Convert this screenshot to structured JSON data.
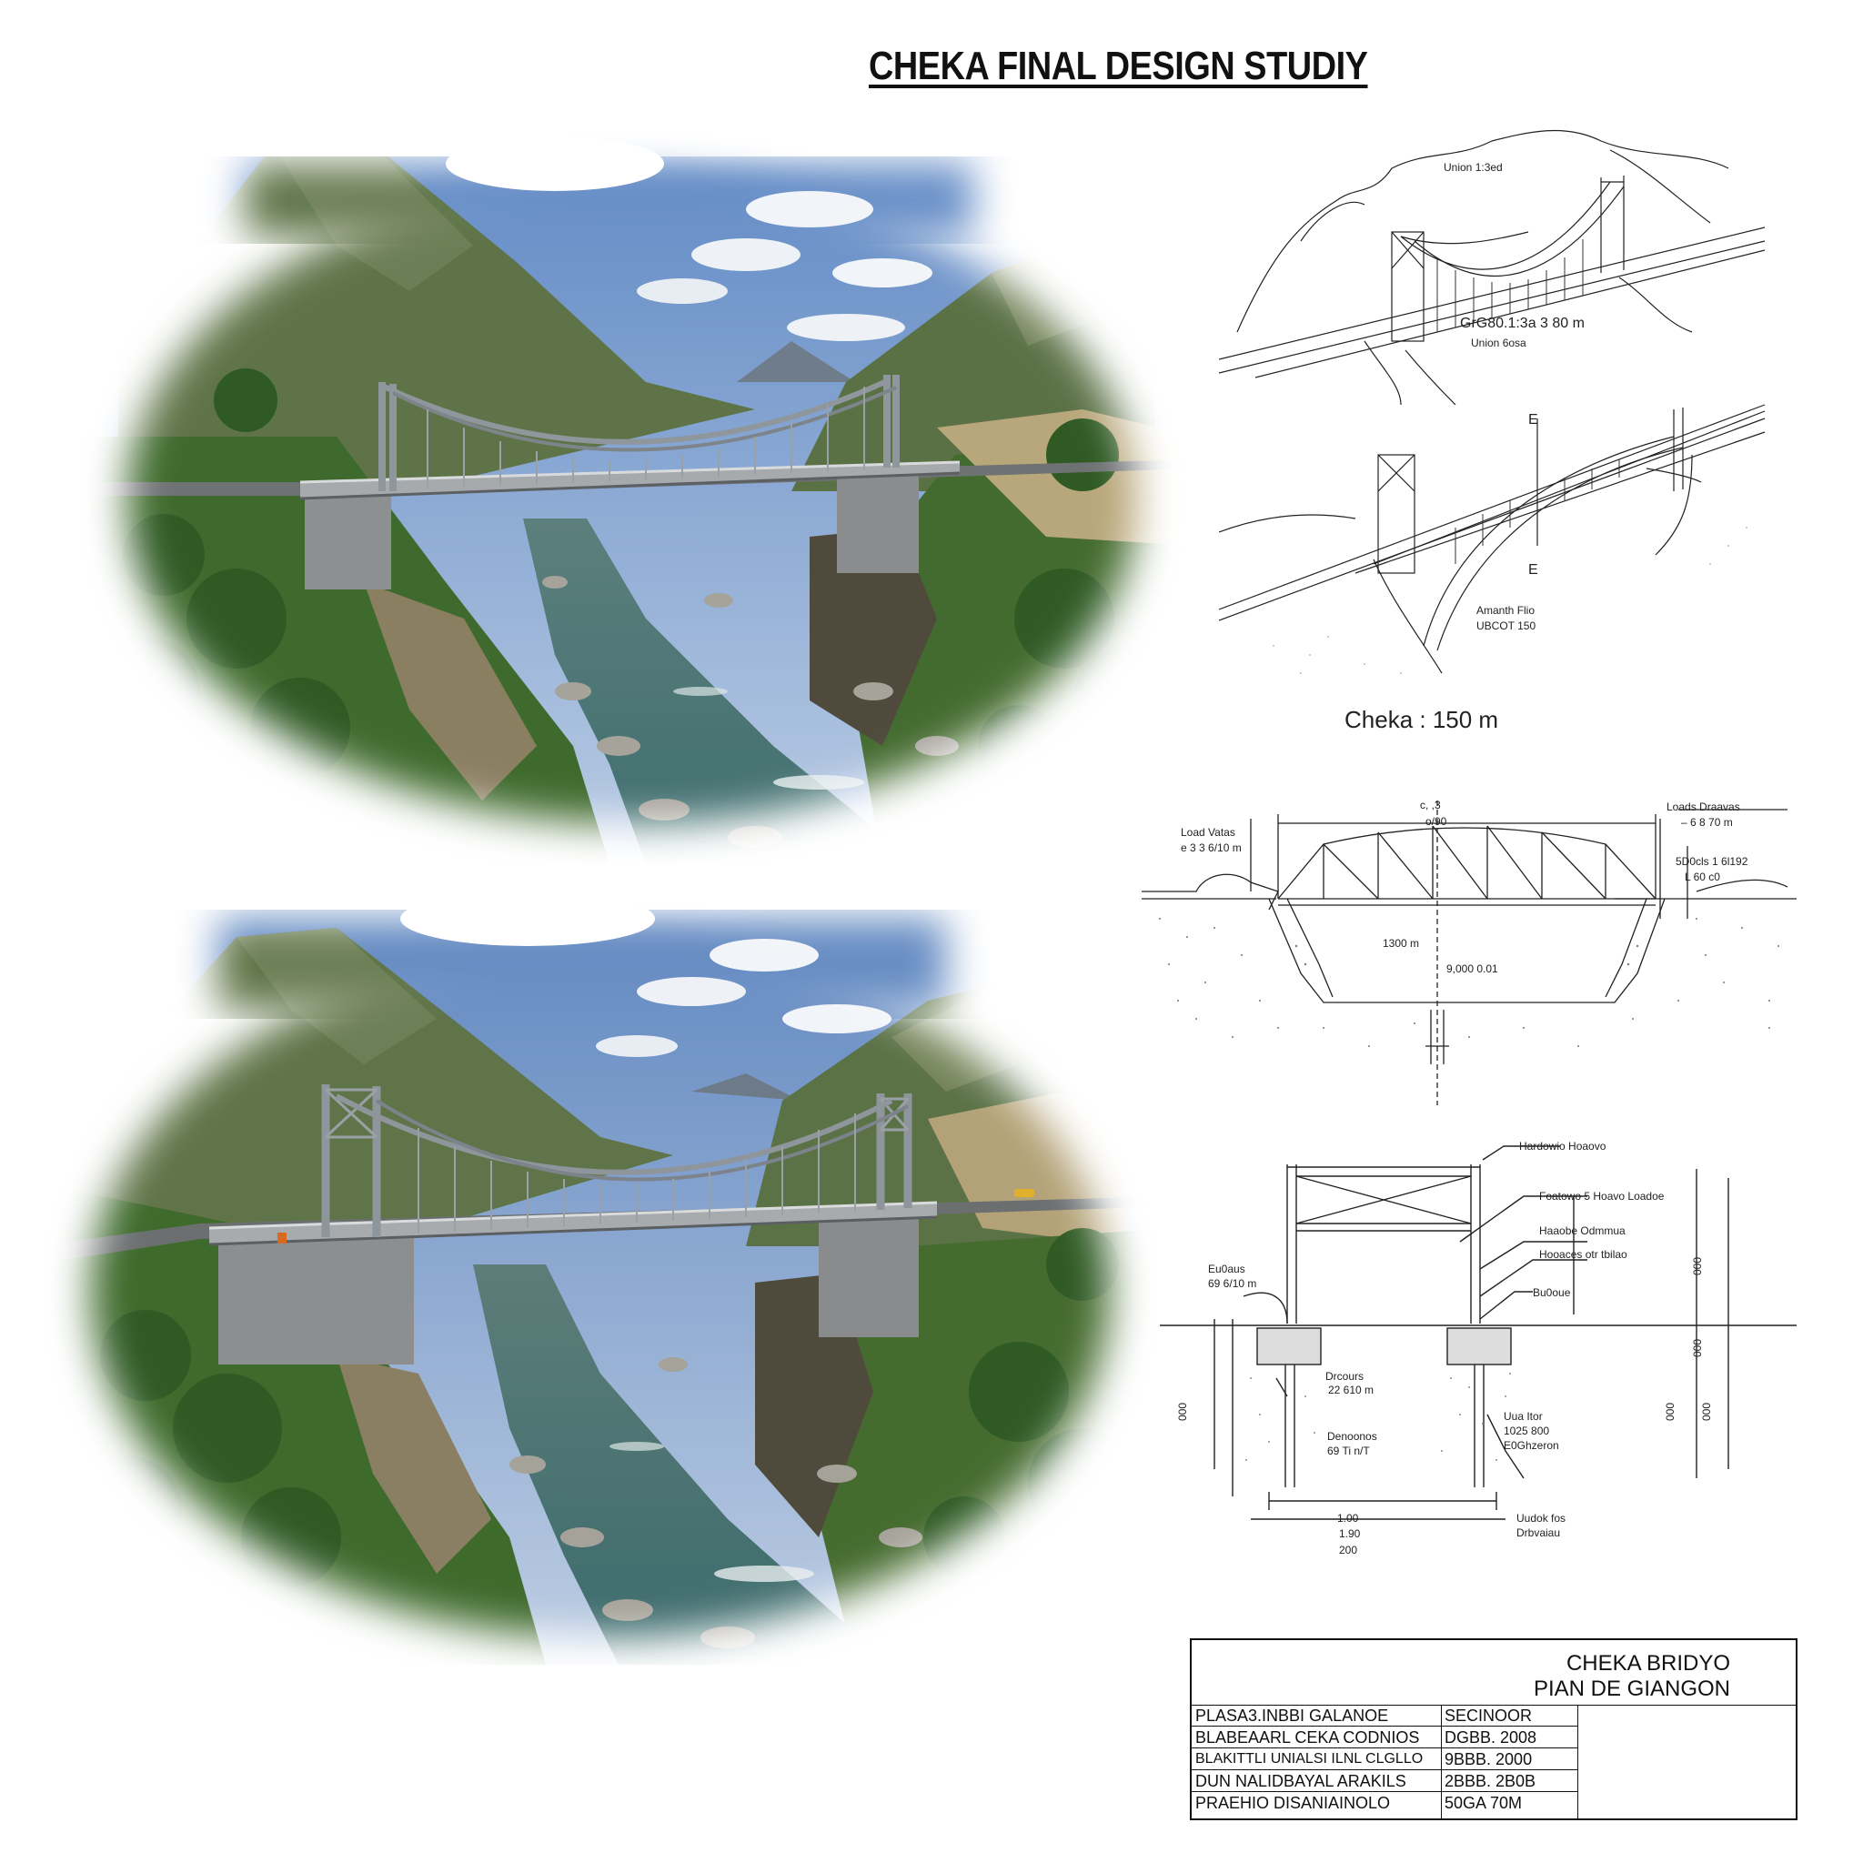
{
  "page": {
    "title": "CHEKA FINAL DESIGN STUDIY"
  },
  "drawings": {
    "sketch_1": {
      "label_1": "Union 1:3ed",
      "label_2": "GrG80.1:3a 3 80 m",
      "label_3": "Union 6osa"
    },
    "sketch_2": {
      "label_1": "E",
      "label_2": "E",
      "label_3": "Amanth Flio",
      "label_4": "UBCOT 150"
    },
    "span_label": "Cheka : 150 m",
    "elevation": {
      "top_mark": "o/90",
      "top_mark_2": "c, ,3",
      "left_1": "Load Vatas",
      "left_2": "e 3 3 6/10 m",
      "right_1": "Loads Draavas",
      "right_2": "– 6 8 70 m",
      "right_3": "5D0cls 1 6l192",
      "right_4": "L 60 c0",
      "depth": "1300 m",
      "center": "9,000 0.01"
    },
    "tower": {
      "label_1": "Hardowio Hoaovo",
      "label_2": "Foatowo 5 Hoavo Loadoe",
      "label_3": "Haaobe Odmmua",
      "label_4": "Hooaces otr tbilao",
      "label_5": "Bu0oue",
      "label_6": "Eu0aus",
      "label_7": "69 6/10 m",
      "label_8": "Drcours",
      "label_9": "22 610 m",
      "label_10": "Denoonos",
      "label_11": "69 Ti n/T",
      "label_12": "Uua Itor",
      "label_13": "1025 800",
      "label_14": "E0Ghzeron",
      "label_15": "Uudok fos",
      "label_16": "Drbvaiau",
      "dim_1": "000",
      "dim_2": "000",
      "dim_3": "000",
      "dim_4": "000",
      "dim_5": "000",
      "base_1": "1.00",
      "base_2": "1.90",
      "base_3": "200"
    }
  },
  "title_block": {
    "heading_1": "CHEKA BRIDYO",
    "heading_2": "PIAN DE GIANGON",
    "rows": [
      {
        "left": "PLASA3.INBBI GALANOE",
        "right": "SECINOOR"
      },
      {
        "left": "BLABEAARL CEKA CODNIOS",
        "right": "DGBB. 2008"
      },
      {
        "left": "BLAKITTLI UNIALSI ILNL CLGLLO",
        "right": "9BBB. 2000"
      },
      {
        "left": "DUN NALIDBAYAL ARAKILS",
        "right": "2BBB. 2B0B"
      },
      {
        "left": "PRAEHIO DISANIAINOLO",
        "right": "50GA 70M"
      }
    ]
  }
}
